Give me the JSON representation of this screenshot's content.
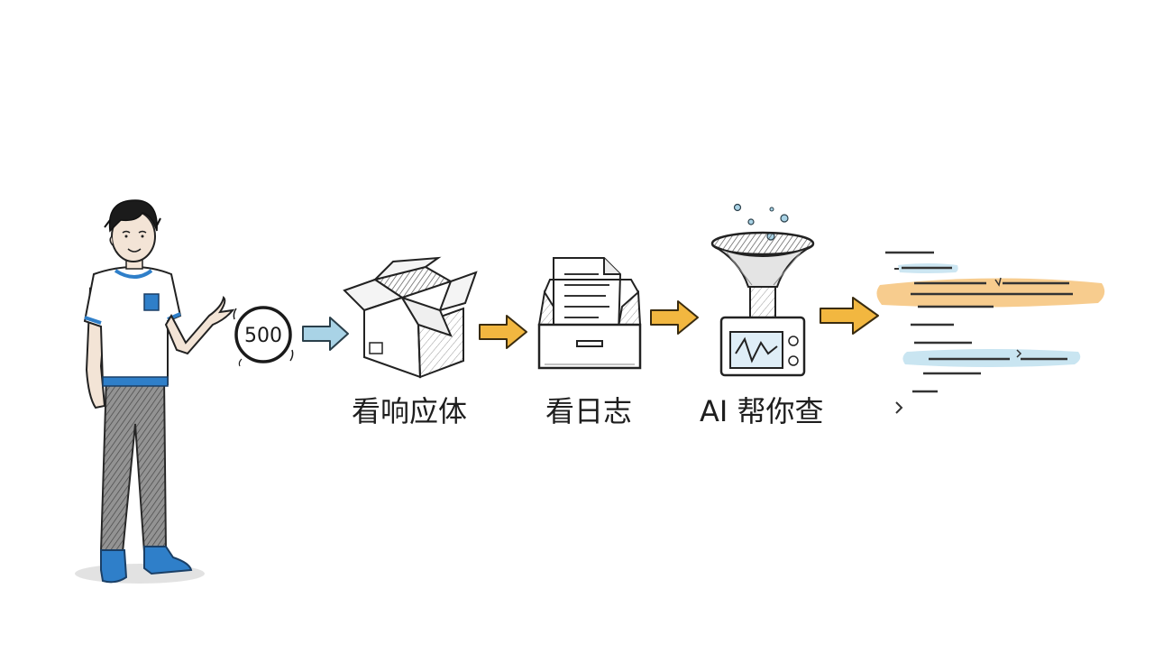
{
  "error_badge": {
    "code": "500"
  },
  "steps": [
    {
      "label": "看响应体",
      "icon": "open-box-icon"
    },
    {
      "label": "看日志",
      "icon": "file-drawer-icon"
    },
    {
      "label": "AI 帮你查",
      "icon": "funnel-machine-icon"
    }
  ],
  "result": {
    "icon": "highlighted-log-lines-icon"
  },
  "colors": {
    "ink": "#1e1e1e",
    "arrow_blue": "#a9d3e6",
    "arrow_orange": "#f2b740",
    "highlight_orange": "#f6c37a",
    "highlight_blue": "#bfe0ef",
    "shirt_blue": "#2f7fc9"
  }
}
